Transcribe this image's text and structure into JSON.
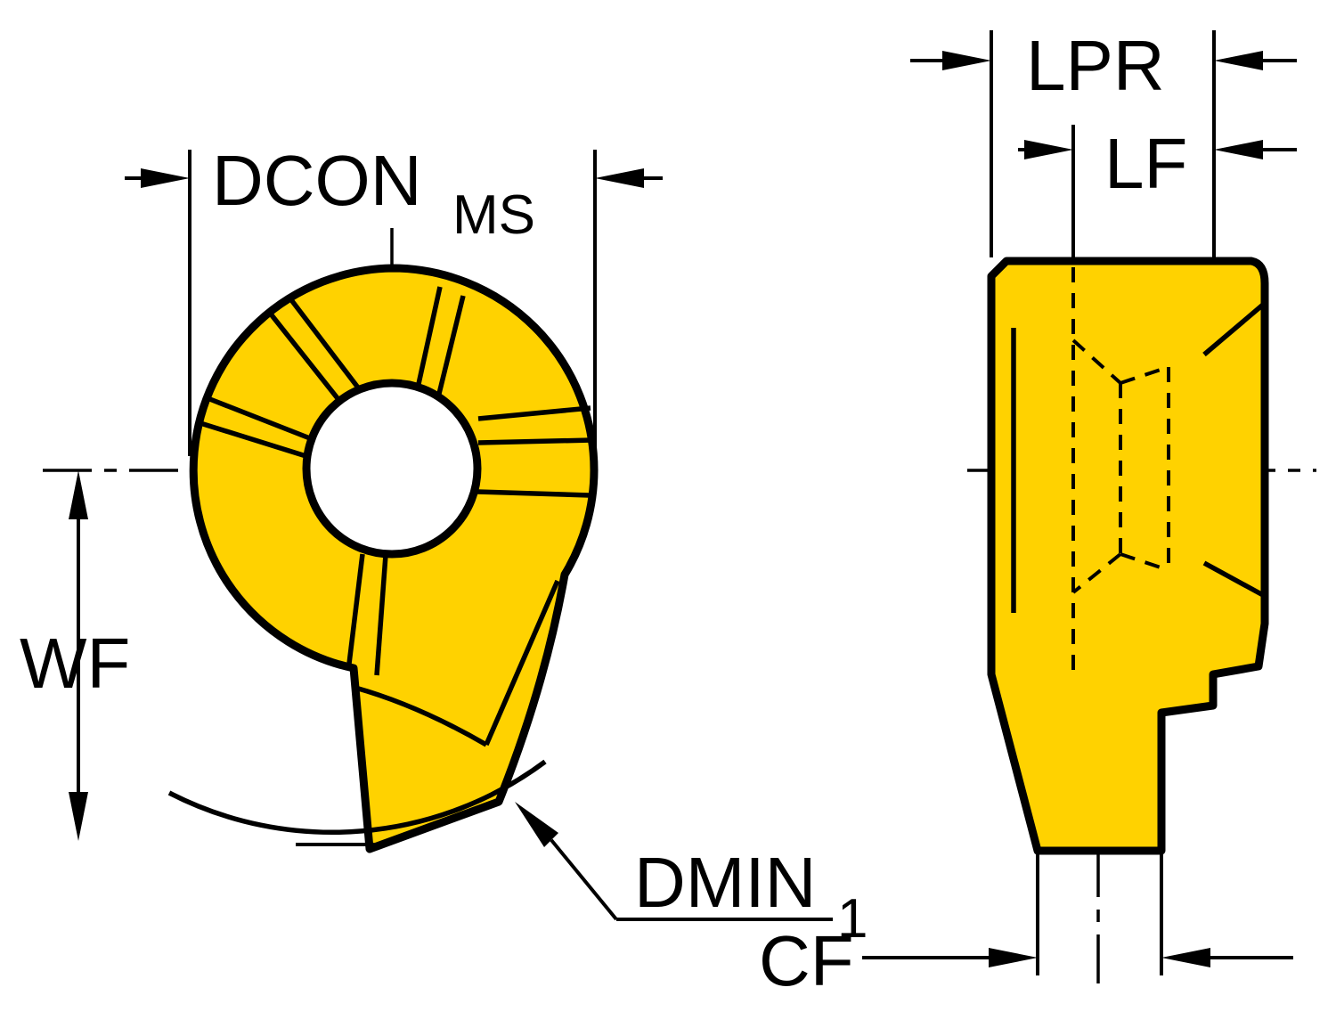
{
  "figure": {
    "background_color": "#FFFFFF",
    "line_color": "#000000",
    "insert_color": "#FFD200"
  },
  "front_view": {
    "dimensions": {
      "dcon": {
        "label": "DCON",
        "subscript": "MS"
      },
      "wf": {
        "label": "WF"
      },
      "dmin": {
        "label": "DMIN",
        "subscript": "1"
      }
    }
  },
  "side_view": {
    "dimensions": {
      "lpr": {
        "label": "LPR"
      },
      "lf": {
        "label": "LF"
      },
      "cf": {
        "label": "CF"
      }
    }
  }
}
